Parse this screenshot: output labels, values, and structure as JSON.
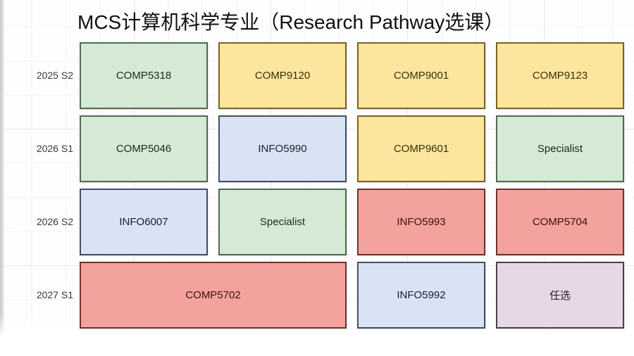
{
  "title": "MCS计算机科学专业（Research Pathway选课）",
  "colors": {
    "green": "#d6e9d5",
    "yellow": "#fce59c",
    "blue": "#d9e3f3",
    "red": "#f4a29e",
    "purple": "#e7d7e7",
    "background": "#fefefe",
    "grid": "#cdd4de",
    "title_text": "#111111",
    "row_label_text": "#3a3a3a"
  },
  "rows": [
    {
      "label": "2025 S2",
      "cells": [
        {
          "text": "COMP5318",
          "color": "green"
        },
        {
          "text": "COMP9120",
          "color": "yellow"
        },
        {
          "text": "COMP9001",
          "color": "yellow"
        },
        {
          "text": "COMP9123",
          "color": "yellow"
        }
      ]
    },
    {
      "label": "2026 S1",
      "cells": [
        {
          "text": "COMP5046",
          "color": "green"
        },
        {
          "text": "INFO5990",
          "color": "blue"
        },
        {
          "text": "COMP9601",
          "color": "yellow"
        },
        {
          "text": "Specialist",
          "color": "green"
        }
      ]
    },
    {
      "label": "2026 S2",
      "cells": [
        {
          "text": "INFO6007",
          "color": "blue"
        },
        {
          "text": "Specialist",
          "color": "green"
        },
        {
          "text": "INFO5993",
          "color": "red"
        },
        {
          "text": "COMP5704",
          "color": "red"
        }
      ]
    },
    {
      "label": "2027 S1",
      "cells": [
        {
          "text": "COMP5702",
          "color": "red",
          "span": 2
        },
        {
          "text": "INFO5992",
          "color": "blue"
        },
        {
          "text": "任选",
          "color": "purple"
        }
      ]
    }
  ]
}
